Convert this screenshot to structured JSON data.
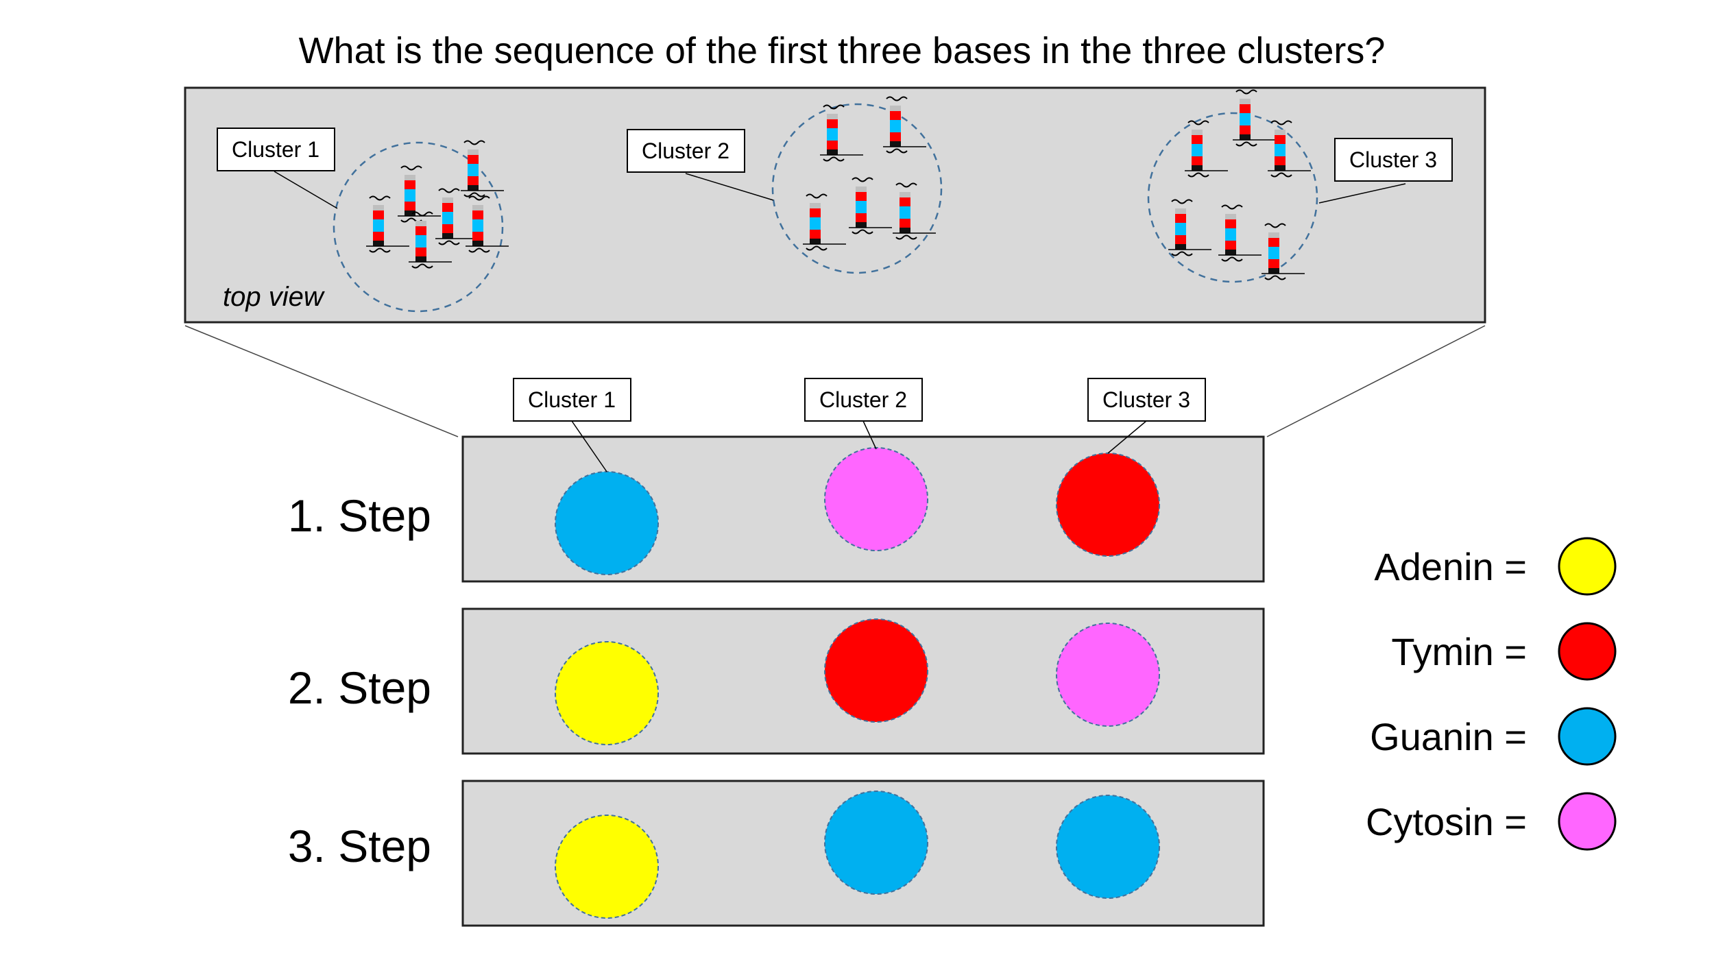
{
  "title": "What is the sequence of the first three bases in the three clusters?",
  "top_view": {
    "caption": "top view",
    "clusters": [
      "Cluster 1",
      "Cluster 2",
      "Cluster 3"
    ]
  },
  "flow_cell": {
    "clusters": [
      "Cluster 1",
      "Cluster 2",
      "Cluster 3"
    ],
    "steps": [
      {
        "label": "1. Step",
        "bases": [
          "Guanin",
          "Cytosin",
          "Tymin"
        ]
      },
      {
        "label": "2. Step",
        "bases": [
          "Adenin",
          "Tymin",
          "Cytosin"
        ]
      },
      {
        "label": "3. Step",
        "bases": [
          "Adenin",
          "Guanin",
          "Guanin"
        ]
      }
    ]
  },
  "legend": [
    {
      "name": "Adenin",
      "label": "Adenin =",
      "color": "#FFFF00"
    },
    {
      "name": "Tymin",
      "label": "Tymin =",
      "color": "#FF0000"
    },
    {
      "name": "Guanin",
      "label": "Guanin =",
      "color": "#00B0F0"
    },
    {
      "name": "Cytosin",
      "label": "Cytosin =",
      "color": "#FF66FF"
    }
  ]
}
